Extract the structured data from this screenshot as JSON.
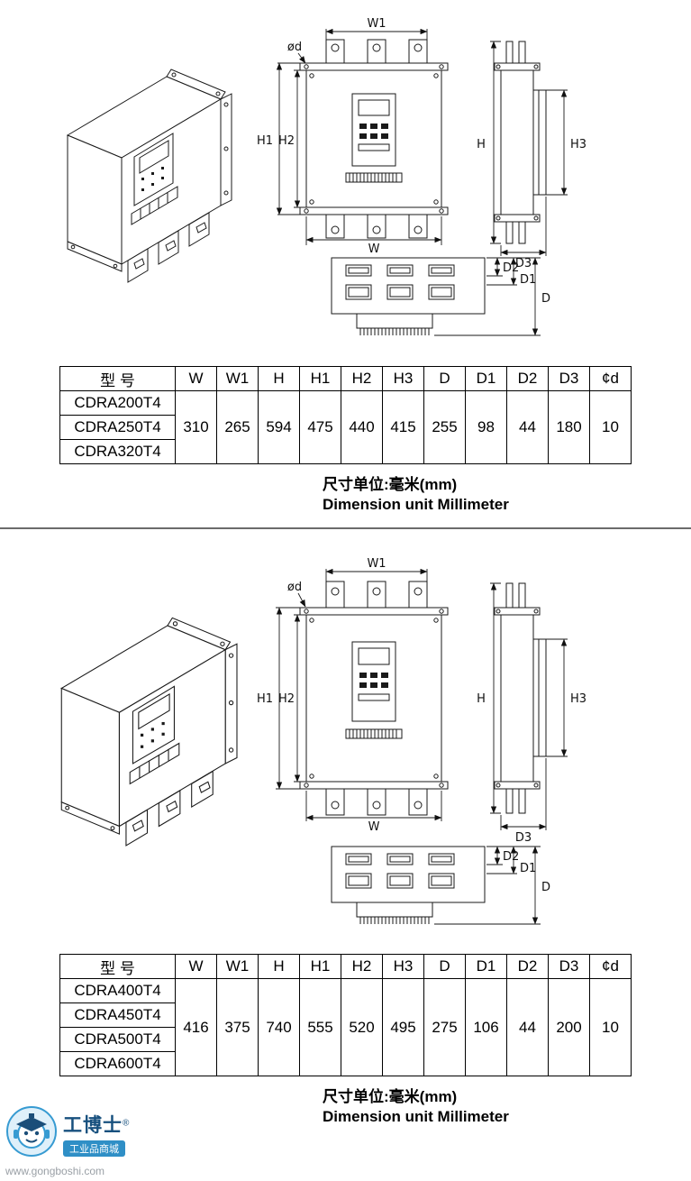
{
  "labels": {
    "w": "W",
    "w1": "W1",
    "h": "H",
    "h1": "H1",
    "h2": "H2",
    "h3": "H3",
    "d": "D",
    "d1": "D1",
    "d2": "D2",
    "d3": "D3",
    "phid": "ød"
  },
  "table1": {
    "headers": [
      "型  号",
      "W",
      "W1",
      "H",
      "H1",
      "H2",
      "H3",
      "D",
      "D1",
      "D2",
      "D3",
      "¢d"
    ],
    "models": [
      "CDRA200T4",
      "CDRA250T4",
      "CDRA320T4"
    ],
    "values": [
      "310",
      "265",
      "594",
      "475",
      "440",
      "415",
      "255",
      "98",
      "44",
      "180",
      "10"
    ],
    "unit_cn": "尺寸单位:毫米(mm)",
    "unit_en": "Dimension unit Millimeter"
  },
  "table2": {
    "headers": [
      "型  号",
      "W",
      "W1",
      "H",
      "H1",
      "H2",
      "H3",
      "D",
      "D1",
      "D2",
      "D3",
      "¢d"
    ],
    "models": [
      "CDRA400T4",
      "CDRA450T4",
      "CDRA500T4",
      "CDRA600T4"
    ],
    "values": [
      "416",
      "375",
      "740",
      "555",
      "520",
      "495",
      "275",
      "106",
      "44",
      "200",
      "10"
    ],
    "unit_cn": "尺寸单位:毫米(mm)",
    "unit_en": "Dimension unit Millimeter"
  },
  "watermark": {
    "brand": "工博士",
    "tagline": "工业品商城",
    "url": "www.gongboshi.com",
    "reg": "®"
  }
}
